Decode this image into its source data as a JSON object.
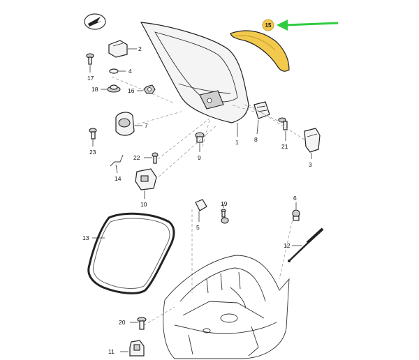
{
  "diagram": {
    "highlight_color": "#f2c94c",
    "arrow_color": "#2ecc40",
    "highlighted_part": "15",
    "labels": {
      "p1": "1",
      "p2": "2",
      "p3": "3",
      "p4": "4",
      "p5": "5",
      "p6": "6",
      "p7": "7",
      "p8": "8",
      "p9": "9",
      "p10": "10",
      "p11": "11",
      "p12": "12",
      "p13": "13",
      "p14": "14",
      "p15": "15",
      "p16": "16",
      "p17": "17",
      "p18": "18",
      "p19": "19",
      "p20": "20",
      "p21": "21",
      "p22": "22",
      "p23": "23"
    }
  }
}
